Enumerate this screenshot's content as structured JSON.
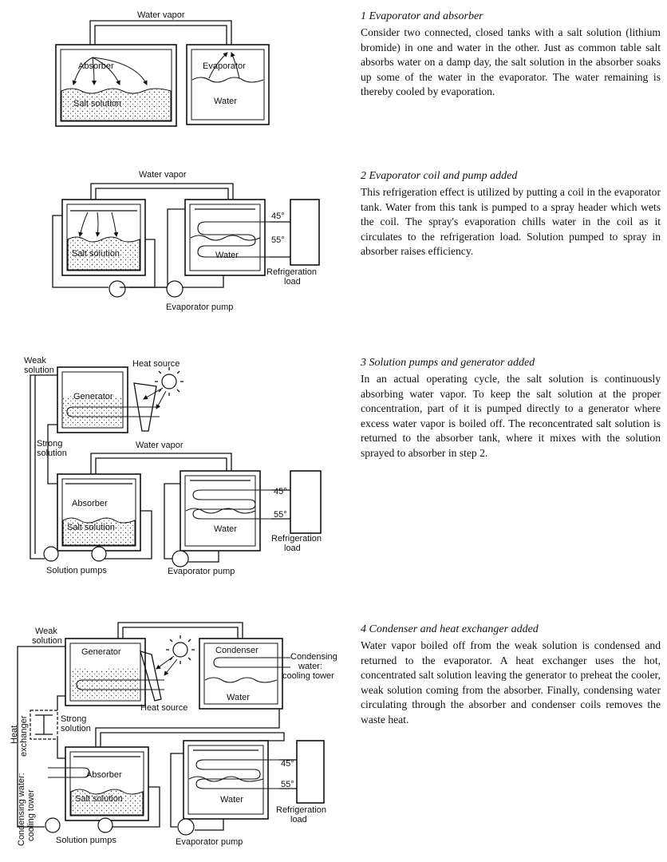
{
  "sections": [
    {
      "heading": "1 Evaporator and absorber",
      "body": "Consider two connected, closed tanks with a salt solution (lithium bromide) in one and water in the other. Just as common table salt absorbs water on a damp day, the salt solution in the absorber soaks up some of the water in the evaporator. The water remaining is thereby cooled by evaporation."
    },
    {
      "heading": "2 Evaporator coil and pump added",
      "body": "This refrigeration effect is utilized by putting a coil in the evaporator tank. Water from this tank is pumped to a spray header which wets the coil. The spray's evaporation chills water in the coil as it circulates to the refrigeration load. Solution pumped to spray in absorber raises efficiency."
    },
    {
      "heading": "3 Solution pumps and generator added",
      "body": "In an actual operating cycle, the salt solution is continuously absorbing water vapor. To keep the salt solution at the proper concentration, part of it is pumped directly to a generator where excess water vapor is boiled off. The reconcentrated salt solution is returned to the absorber tank, where it mixes with the solution sprayed to absorber in step 2."
    },
    {
      "heading": "4 Condenser and heat exchanger added",
      "body": "Water vapor boiled off from the weak solution is condensed and returned to the evaporator. A heat exchanger uses the hot, concentrated salt solution leaving the generator to preheat the cooler, weak solution coming from the absorber. Finally, condensing water circulating through the absorber and condenser coils removes the waste heat."
    }
  ],
  "labels": {
    "water_vapor": "Water vapor",
    "absorber": "Absorber",
    "evaporator": "Evaporator",
    "salt_solution": "Salt solution",
    "water": "Water",
    "temp_45": "45°",
    "temp_55": "55°",
    "refrigeration": "Refrigeration",
    "load": "load",
    "evaporator_pump": "Evaporator pump",
    "weak": "Weak",
    "solution": "solution",
    "heat_source": "Heat source",
    "generator": "Generator",
    "strong": "Strong",
    "solution_pumps": "Solution pumps",
    "condenser": "Condenser",
    "condensing": "Condensing",
    "water_colon": "water:",
    "cooling_tower": "cooling tower",
    "heat": "Heat",
    "exchanger": "exchanger",
    "condensing_water": "Condensing water:"
  }
}
